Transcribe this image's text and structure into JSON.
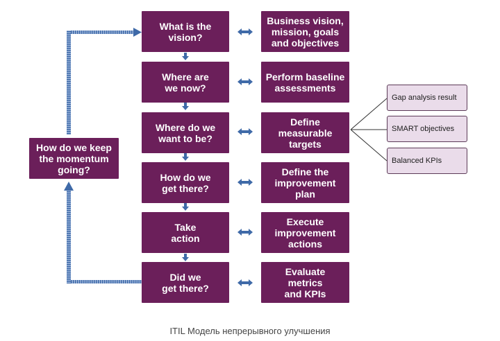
{
  "diagram": {
    "questions": [
      "What is the\nvision?",
      "Where are\nwe now?",
      "Where do we\nwant to be?",
      "How do we\nget there?",
      "Take\naction",
      "Did we\nget there?"
    ],
    "actions": [
      "Business vision,\nmission, goals\nand objectives",
      "Perform baseline\nassessments",
      "Define measurable\ntargets",
      "Define the\nimprovement plan",
      "Execute\nimprovement\nactions",
      "Evaluate\nmetrics\nand KPIs"
    ],
    "loop": "How do we keep\nthe momentum\ngoing?",
    "targets_details": [
      "Gap analysis result",
      "SMART objectives",
      "Balanced KPIs"
    ]
  },
  "caption": "ITIL Модель непрерывного улучшения",
  "colors": {
    "box": "#6b1f5a",
    "arrow": "#3f6aa8",
    "side_fill": "#eadcea"
  }
}
